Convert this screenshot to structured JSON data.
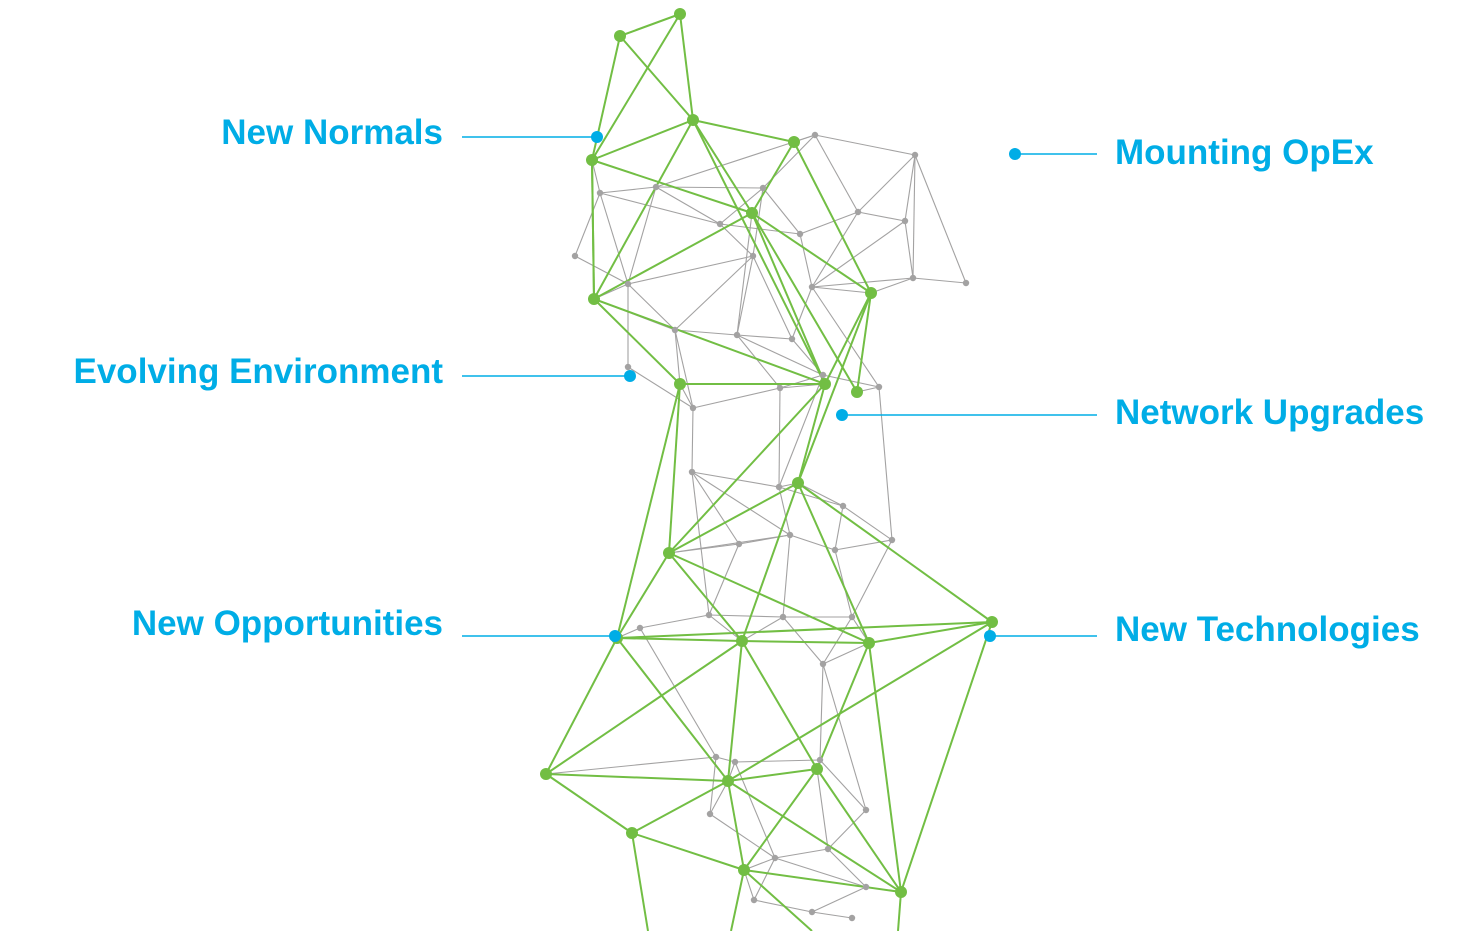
{
  "colors": {
    "label": "#00ADE6",
    "connector": "#00ADE6",
    "mesh_green": "#72BE44",
    "mesh_gray": "#A3A2A2"
  },
  "labels": {
    "new_normals": "New Normals",
    "evolving_environment": "Evolving Environment",
    "new_opportunities": "New Opportunities",
    "mounting_opex": "Mounting OpEx",
    "network_upgrades": "Network Upgrades",
    "new_technologies": "New Technologies"
  }
}
